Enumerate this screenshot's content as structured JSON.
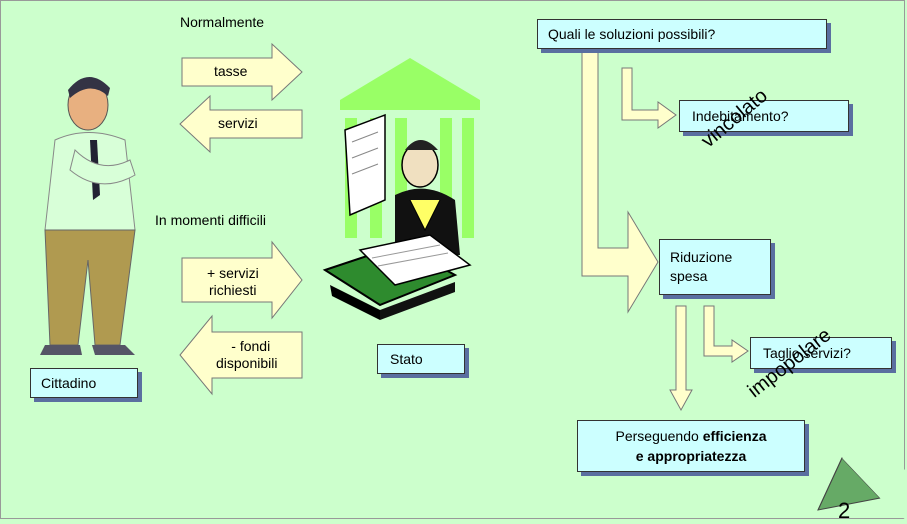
{
  "left": {
    "normally_label": "Normalmente",
    "hard_times_label": "In momenti difficili",
    "arrow_tasse": "tasse",
    "arrow_servizi": "servizi",
    "arrow_piu_servizi_1": "+ servizi",
    "arrow_piu_servizi_2": "richiesti",
    "arrow_meno_fondi_1": "- fondi",
    "arrow_meno_fondi_2": "disponibili",
    "cittadino_label": "Cittadino",
    "stato_label": "Stato"
  },
  "right": {
    "question": "Quali le  soluzioni possibili?",
    "indebitamento": "Indebitamento?",
    "vincolato_stamp": "vincolato",
    "riduzione_1": "Riduzione",
    "riduzione_2": "spesa",
    "taglio": "Taglio servizi?",
    "impopolare_stamp": "impopolare",
    "perseguendo_1": "Perseguendo ",
    "perseguendo_bold_1": "efficienza",
    "perseguendo_bold_2": "e appropriatezza"
  },
  "page_number": "2",
  "colors": {
    "background": "#ccffcc",
    "arrow_fill": "#ffffcc",
    "box_fill": "#ccffff",
    "box_shadow": "#5a6fa0",
    "building": "#99ff66"
  }
}
